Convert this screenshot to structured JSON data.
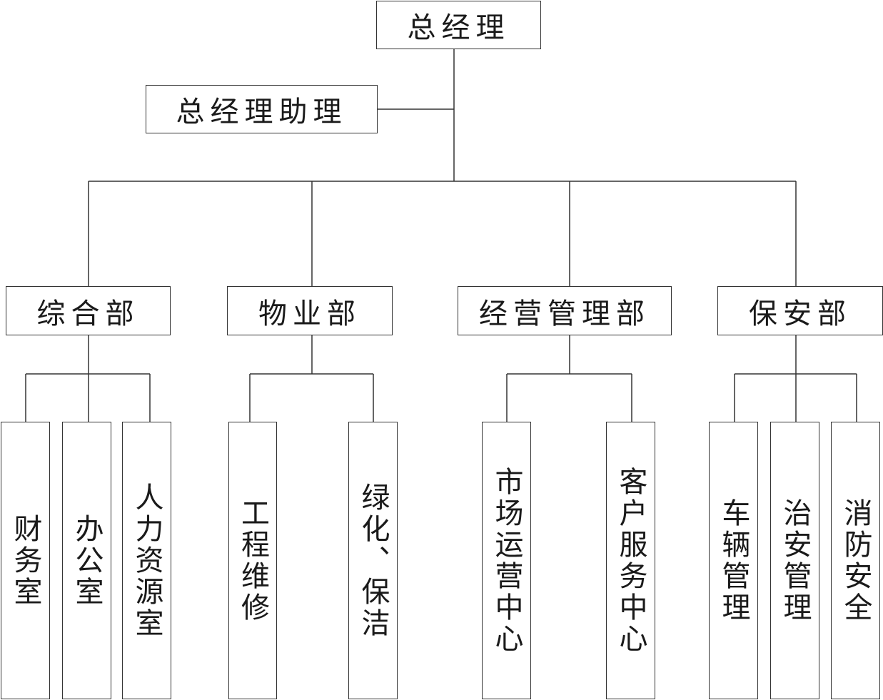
{
  "org": {
    "root": "总经理",
    "assistant": "总经理助理",
    "departments": [
      {
        "name": "综合部",
        "children": [
          "财务室",
          "办公室",
          "人力资源室"
        ]
      },
      {
        "name": "物业部",
        "children": [
          "工程维修",
          "绿化、保洁"
        ]
      },
      {
        "name": "经营管理部",
        "children": [
          "市场运营中心",
          "客户服务中心"
        ]
      },
      {
        "name": "保安部",
        "children": [
          "车辆管理",
          "治安管理",
          "消防安全"
        ]
      }
    ]
  }
}
